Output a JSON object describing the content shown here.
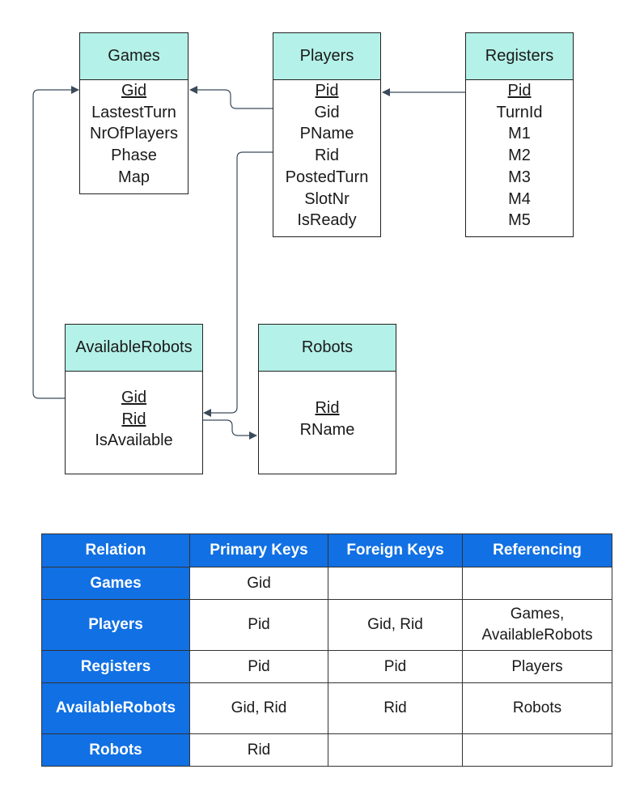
{
  "entities": {
    "games": {
      "title": "Games",
      "attrs": [
        "Gid",
        "LastestTurn",
        "NrOfPlayers",
        "Phase",
        "Map"
      ]
    },
    "players": {
      "title": "Players",
      "attrs": [
        "Pid",
        "Gid",
        "PName",
        "Rid",
        "PostedTurn",
        "SlotNr",
        "IsReady"
      ]
    },
    "registers": {
      "title": "Registers",
      "attrs": [
        "Pid",
        "TurnId",
        "M1",
        "M2",
        "M3",
        "M4",
        "M5"
      ]
    },
    "available_robots": {
      "title": "AvailableRobots",
      "attrs": [
        "Gid",
        "Rid",
        "IsAvailable"
      ]
    },
    "robots": {
      "title": "Robots",
      "attrs": [
        "Rid",
        "RName"
      ]
    }
  },
  "table": {
    "headers": [
      "Relation",
      "Primary Keys",
      "Foreign Keys",
      "Referencing"
    ],
    "rows": [
      [
        "Games",
        "Gid",
        "",
        ""
      ],
      [
        "Players",
        "Pid",
        "Gid, Rid",
        "Games,\nAvailableRobots"
      ],
      [
        "Registers",
        "Pid",
        "Pid",
        "Players"
      ],
      [
        "AvailableRobots",
        "Gid, Rid",
        "Rid",
        "Robots"
      ],
      [
        "Robots",
        "Rid",
        "",
        ""
      ]
    ]
  },
  "colors": {
    "entity_header": "#b4f1e8",
    "table_header": "#1170e3",
    "line": "#3a4a5a"
  }
}
